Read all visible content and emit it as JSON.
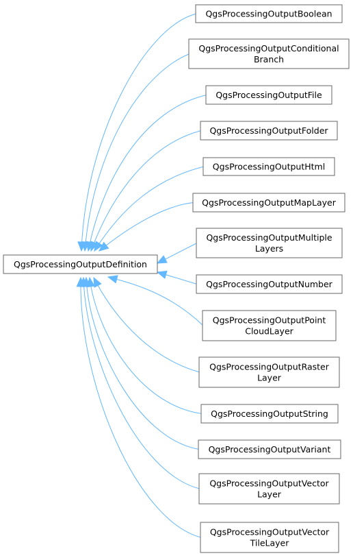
{
  "diagram": {
    "base": {
      "id": "base",
      "lines": [
        "QgsProcessingOutputDefinition"
      ]
    },
    "derived": [
      {
        "id": "boolean",
        "lines": [
          "QgsProcessingOutputBoolean"
        ]
      },
      {
        "id": "conditional",
        "lines": [
          "QgsProcessingOutputConditional",
          "Branch"
        ]
      },
      {
        "id": "file",
        "lines": [
          "QgsProcessingOutputFile"
        ]
      },
      {
        "id": "folder",
        "lines": [
          "QgsProcessingOutputFolder"
        ]
      },
      {
        "id": "html",
        "lines": [
          "QgsProcessingOutputHtml"
        ]
      },
      {
        "id": "maplayer",
        "lines": [
          "QgsProcessingOutputMapLayer"
        ]
      },
      {
        "id": "multiple",
        "lines": [
          "QgsProcessingOutputMultiple",
          "Layers"
        ]
      },
      {
        "id": "number",
        "lines": [
          "QgsProcessingOutputNumber"
        ]
      },
      {
        "id": "pointcloud",
        "lines": [
          "QgsProcessingOutputPoint",
          "CloudLayer"
        ]
      },
      {
        "id": "raster",
        "lines": [
          "QgsProcessingOutputRaster",
          "Layer"
        ]
      },
      {
        "id": "string",
        "lines": [
          "QgsProcessingOutputString"
        ]
      },
      {
        "id": "variant",
        "lines": [
          "QgsProcessingOutputVariant"
        ]
      },
      {
        "id": "vector",
        "lines": [
          "QgsProcessingOutputVector",
          "Layer"
        ]
      },
      {
        "id": "vectortile",
        "lines": [
          "QgsProcessingOutputVector",
          "TileLayer"
        ]
      }
    ],
    "colors": {
      "edge": "#63b8ff",
      "node_border": "#666666",
      "node_fill": "#ffffff",
      "text": "#000000"
    }
  }
}
